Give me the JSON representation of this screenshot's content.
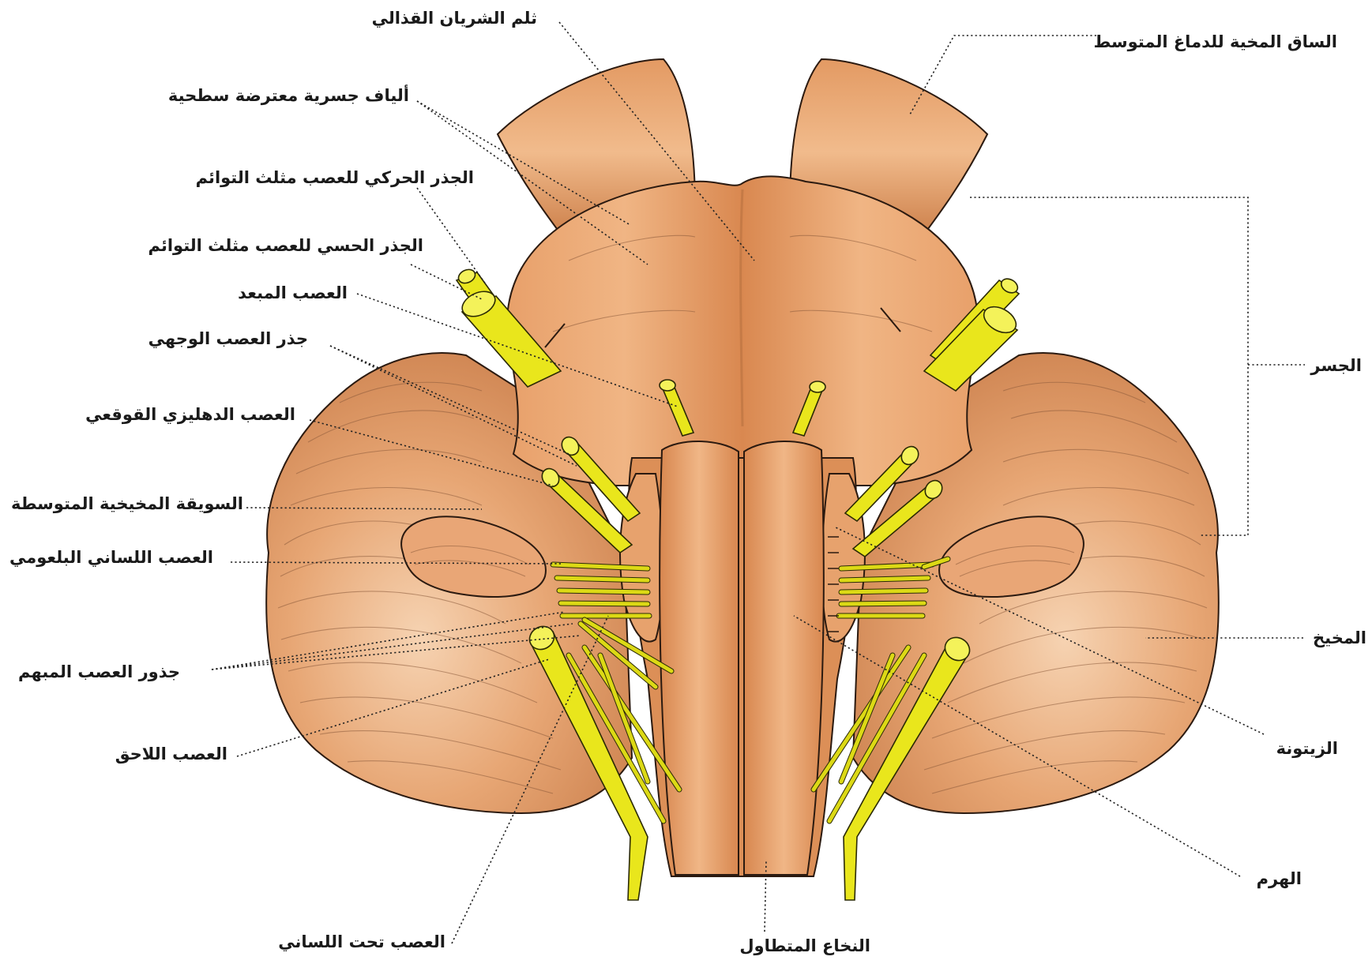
{
  "labels": {
    "basilar_sulcus": "ثلم الشريان القذالي",
    "middle_cerebellar_peduncle": "الساق المخية للدماغ المتوسط",
    "transverse_pontine_fibers": "ألياف جسرية معترضة سطحية",
    "trigeminal_motor_root": "الجذر الحركي للعصب مثلث التوائم",
    "trigeminal_sensory_root": "الجذر الحسي للعصب مثلث التوائم",
    "abducens_nerve": "العصب المبعد",
    "facial_nerve_root": "جذر العصب الوجهي",
    "vestibulocochlear_nerve": "العصب الدهليزي القوقعي",
    "middle_cerebellar_stalk": "السويقة المخيخية المتوسطة",
    "glossopharyngeal_nerve": "العصب اللساني البلعومي",
    "vagus_roots": "جذور العصب المبهم",
    "accessory_nerve": "العصب اللاحق",
    "hypoglossal_nerve": "العصب تحت اللساني",
    "medulla_oblongata": "النخاع المتطاول",
    "pons": "الجسر",
    "cerebellum": "المخيخ",
    "olive": "الزيتونة",
    "pyramid": "الهرم"
  },
  "colors": {
    "tissue": "#e0935c",
    "tissue_light": "#f2c9a0",
    "tissue_dark": "#c9773f",
    "nerve": "#e9e61c"
  }
}
